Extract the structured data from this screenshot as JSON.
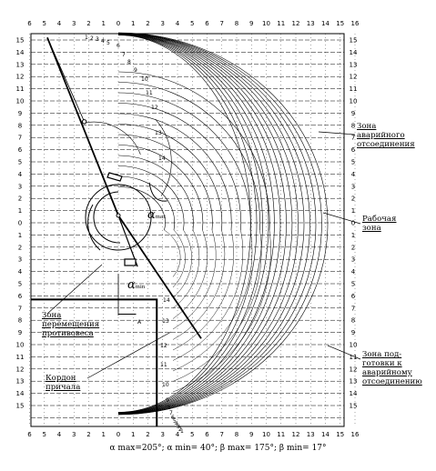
{
  "x_ticks": [
    "6",
    "5",
    "4",
    "3",
    "2",
    "1",
    "0",
    "1",
    "2",
    "3",
    "4",
    "5",
    "6",
    "7",
    "8",
    "9",
    "10",
    "11",
    "12",
    "13",
    "14",
    "15",
    "16"
  ],
  "y_ticks": [
    "15",
    "14",
    "13",
    "12",
    "11",
    "10",
    "9",
    "8",
    "7",
    "6",
    "5",
    "4",
    "3",
    "2",
    "1",
    "0",
    "1",
    "2",
    "3",
    "4",
    "5",
    "6",
    "7",
    "8",
    "9",
    "10",
    "11",
    "12",
    "13",
    "14",
    "15"
  ],
  "upper_arc_numbers": [
    "1",
    "2",
    "3",
    "4",
    "5",
    "6",
    "7",
    "8",
    "9",
    "10",
    "11",
    "12",
    "13",
    "14"
  ],
  "lower_arc_numbers": [
    "14",
    "13",
    "12",
    "11",
    "10",
    "9",
    "8",
    "7",
    "6",
    "5",
    "4",
    "3",
    "2",
    "1"
  ],
  "labels": {
    "emergency_zone": [
      "Зона",
      "аварийного",
      "отсоединения"
    ],
    "working_zone": [
      "Рабочая",
      "зона"
    ],
    "counterweight_zone": [
      "Зона",
      "перемещения",
      "противовеса"
    ],
    "berth_edge": [
      "Кордон",
      "причала"
    ],
    "preparation_zone": [
      "Зона под-",
      "готовки к",
      "аварийному",
      "отсоединению"
    ],
    "point_a": "А"
  },
  "angles": {
    "alpha_max": "α",
    "alpha_max_sub": "max",
    "alpha_min": "α",
    "alpha_min_sub": "min"
  },
  "formula": "α max=205°; α min= 40°; β max= 175°; β min= 17°"
}
